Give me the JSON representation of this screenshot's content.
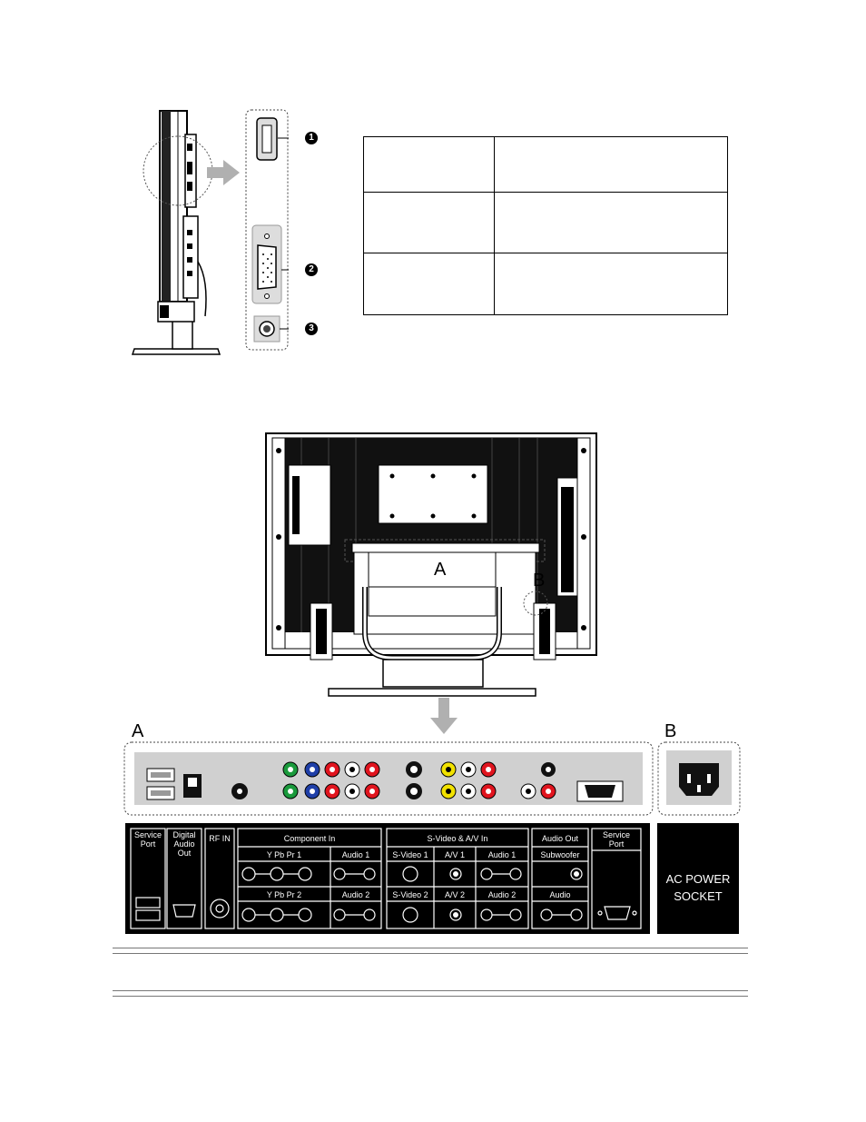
{
  "callouts": {
    "n1": "1",
    "n2": "2",
    "n3": "3"
  },
  "side_table": {
    "rows": [
      [
        "",
        ""
      ],
      [
        "",
        ""
      ],
      [
        "",
        ""
      ]
    ]
  },
  "back_view": {
    "label_a": "A",
    "label_b": "B"
  },
  "section_labels": {
    "a": "A",
    "b": "B"
  },
  "panel_a": {
    "service_port": "Service\nPort",
    "digital_audio_out": "Digital\nAudio Out",
    "rf_in": "RF IN",
    "component_in": "Component  In",
    "ypbpr1": "Y Pb Pr   1",
    "audio1": "Audio 1",
    "ypbpr2": "Y Pb Pr   2",
    "audio2": "Audio 2",
    "svideo_av_in": "S-Video & A/V In",
    "svideo1": "S-Video 1",
    "av1": "A/V 1",
    "audio1_b": "Audio 1",
    "svideo2": "S-Video 2",
    "av2": "A/V 2",
    "audio2_b": "Audio 2",
    "audio_out": "Audio Out",
    "subwoofer": "Subwoofer",
    "audio": "Audio",
    "service_port_2": "Service\nPort"
  },
  "panel_b": {
    "line1": "AC POWER",
    "line2": "SOCKET"
  },
  "colors": {
    "green": "#1a9a3c",
    "blue": "#1f3fa8",
    "red": "#e0141e",
    "yellow": "#f2e200",
    "white": "#ffffff",
    "panel": "#000000"
  }
}
